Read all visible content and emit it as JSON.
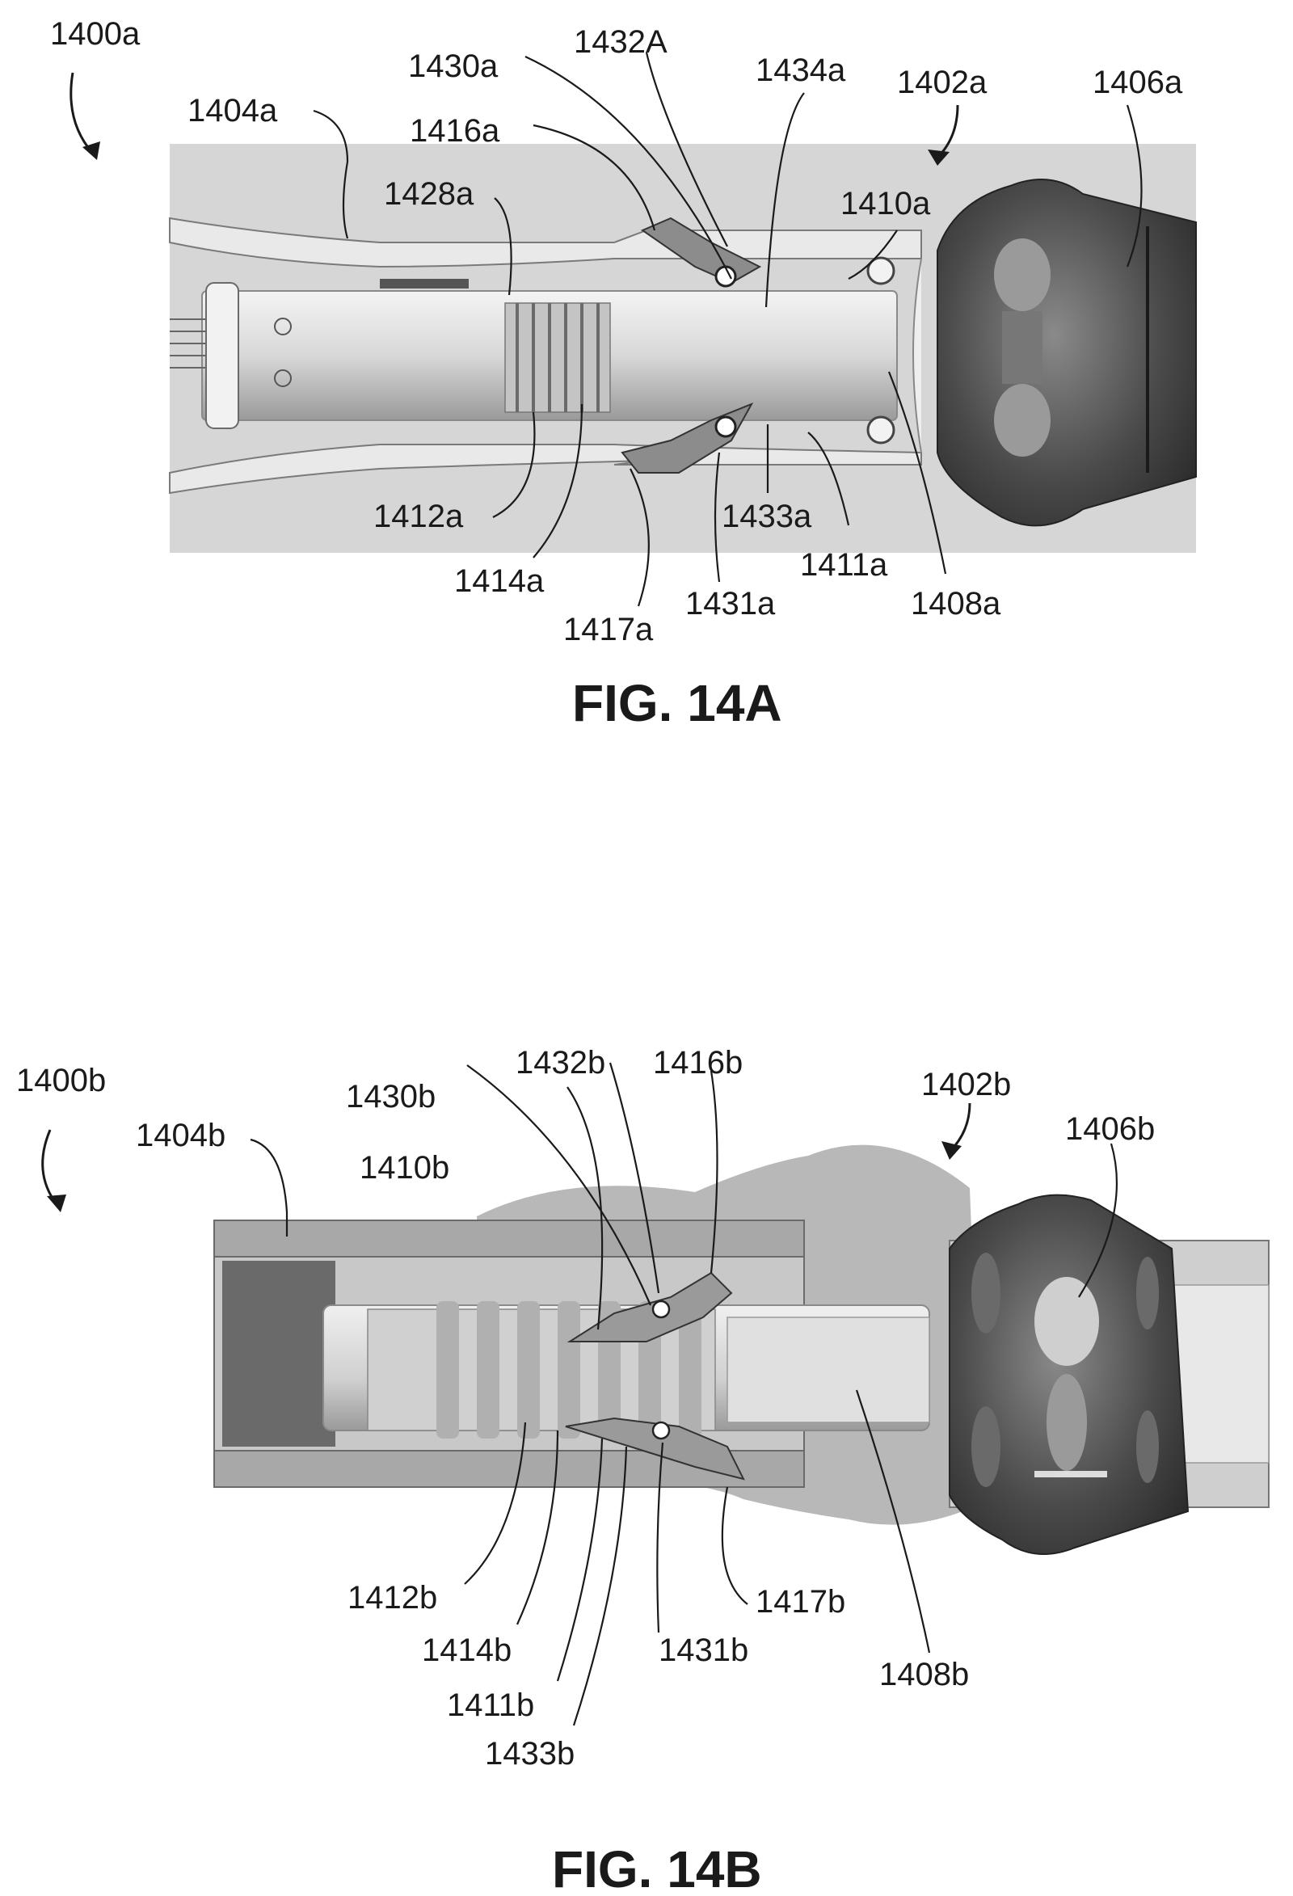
{
  "figures": [
    {
      "caption": "FIG. 14A",
      "ref": "1400a",
      "labels": {
        "l1400": "1400a",
        "l1404": "1404a",
        "l1416": "1416a",
        "l1430": "1430a",
        "l1432": "1432A",
        "l1434": "1434a",
        "l1402": "1402a",
        "l1406": "1406a",
        "l1428": "1428a",
        "l1410": "1410a",
        "l1412": "1412a",
        "l1414": "1414a",
        "l1417": "1417a",
        "l1431": "1431a",
        "l1433": "1433a",
        "l1411": "1411a",
        "l1408": "1408a"
      }
    },
    {
      "caption": "FIG. 14B",
      "ref": "1400b",
      "labels": {
        "l1400": "1400b",
        "l1404": "1404b",
        "l1430": "1430b",
        "l1432": "1432b",
        "l1416": "1416b",
        "l1402": "1402b",
        "l1406": "1406b",
        "l1410": "1410b",
        "l1412": "1412b",
        "l1414": "1414b",
        "l1411": "1411b",
        "l1433": "1433b",
        "l1431": "1431b",
        "l1417": "1417b",
        "l1408": "1408b"
      }
    }
  ]
}
